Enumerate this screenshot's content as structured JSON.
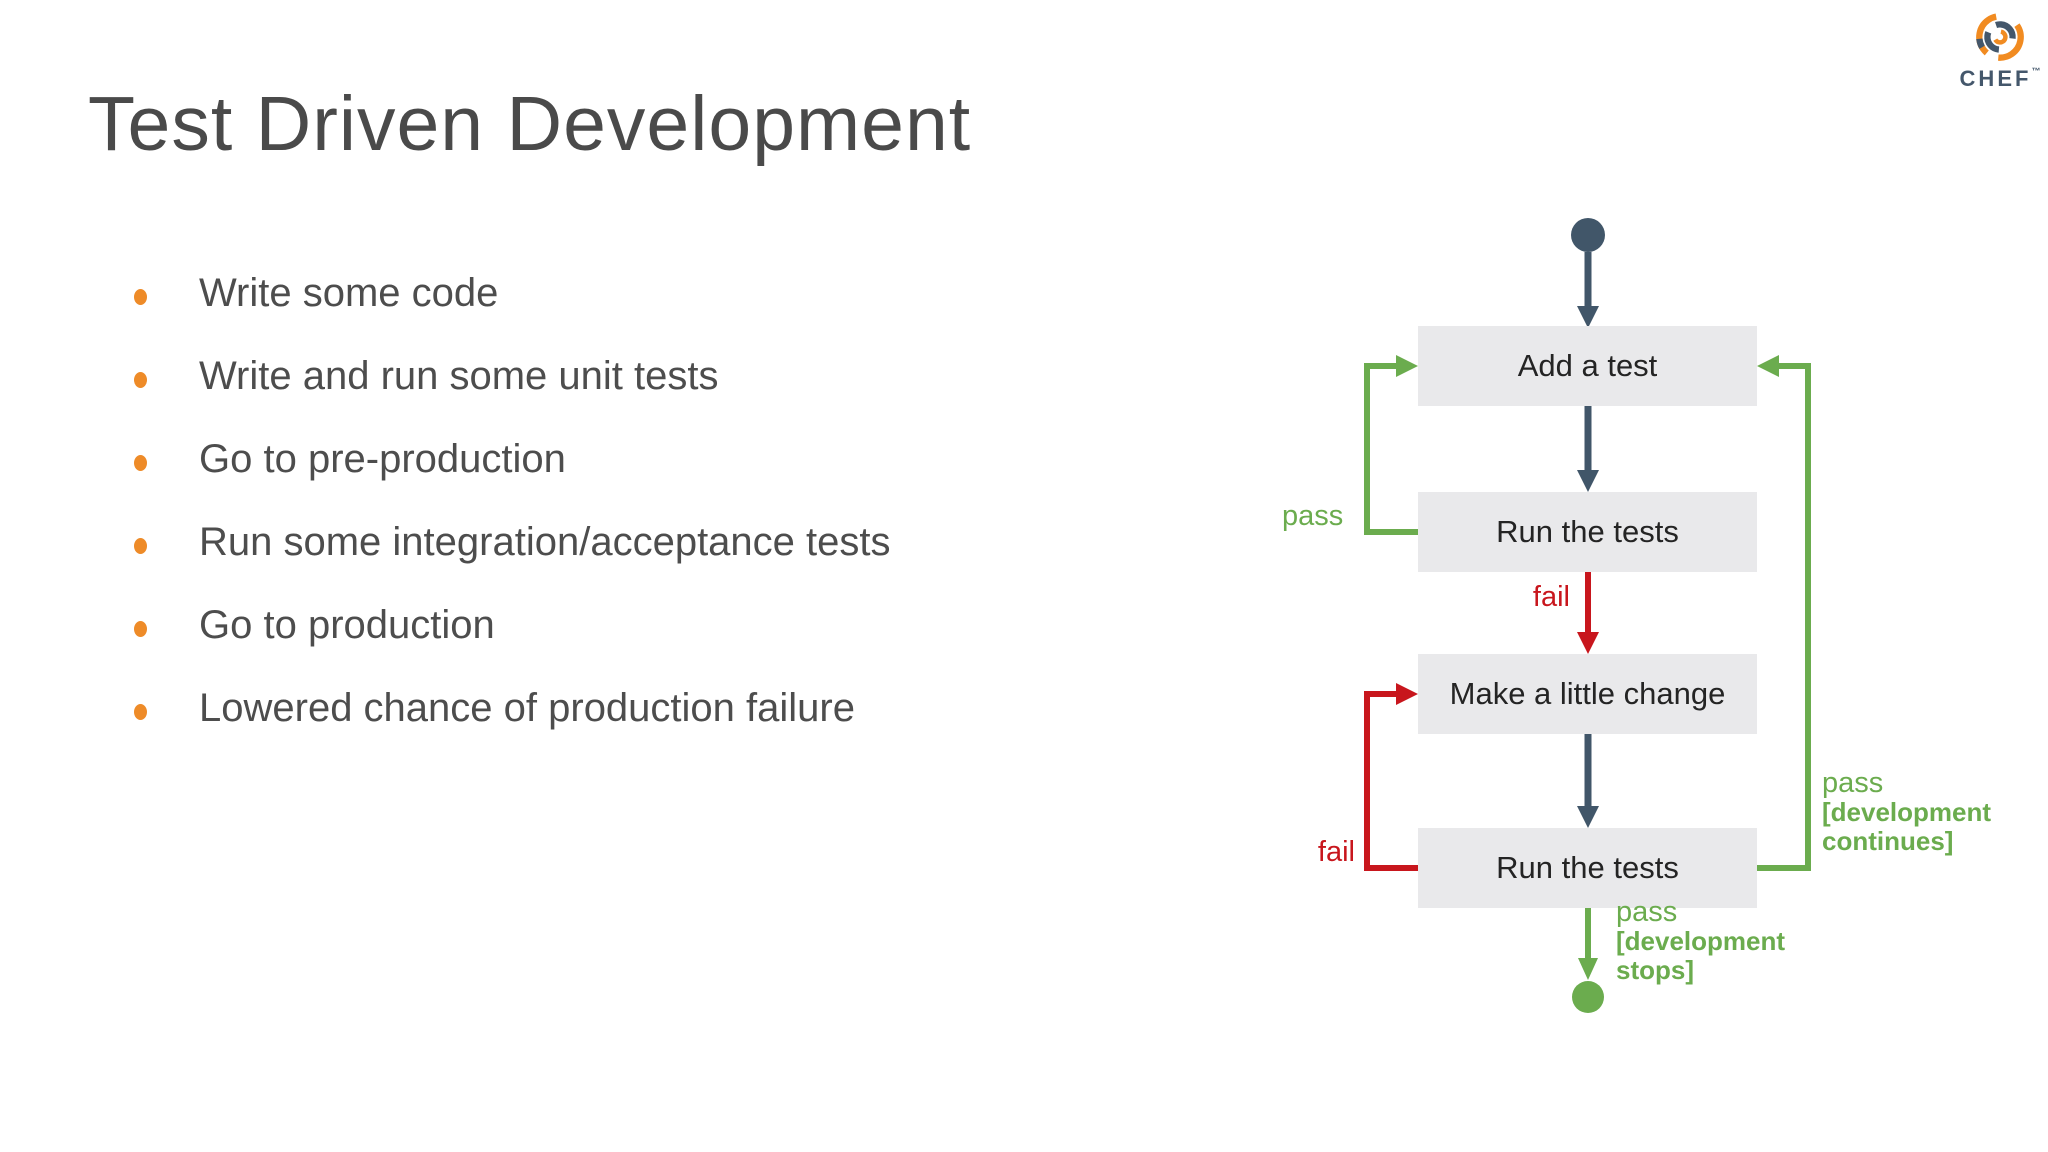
{
  "slide": {
    "title": "Test Driven Development",
    "bullets": [
      "Write some code",
      "Write and run some unit tests",
      "Go to pre-production",
      "Run some integration/acceptance tests",
      "Go to production",
      "Lowered chance of production failure"
    ]
  },
  "logo": {
    "brand": "CHEF",
    "trademark": "™"
  },
  "diagram": {
    "type": "flowchart",
    "nodes": [
      {
        "label": "Add a test"
      },
      {
        "label": "Run the tests"
      },
      {
        "label": "Make a little change"
      },
      {
        "label": "Run the tests"
      }
    ],
    "edges": [
      {
        "from": "start",
        "to": "Add a test",
        "kind": "flow"
      },
      {
        "from": "Add a test",
        "to": "Run the tests",
        "kind": "flow"
      },
      {
        "from": "Run the tests",
        "to": "Add a test",
        "kind": "pass",
        "label": "pass"
      },
      {
        "from": "Run the tests",
        "to": "Make a little change",
        "kind": "fail",
        "label": "fail"
      },
      {
        "from": "Make a little change",
        "to": "Run the tests (2)",
        "kind": "flow"
      },
      {
        "from": "Run the tests (2)",
        "to": "Make a little change",
        "kind": "fail",
        "label": "fail"
      },
      {
        "from": "Run the tests (2)",
        "to": "Add a test",
        "kind": "pass",
        "label": "pass [development continues]"
      },
      {
        "from": "Run the tests (2)",
        "to": "end",
        "kind": "pass",
        "label": "pass [development stops]"
      }
    ],
    "edge_labels": {
      "pass_left": "pass",
      "fail_mid": "fail",
      "fail_loop": "fail",
      "pass_bottom_word": "pass",
      "pass_bottom_note1": "[development",
      "pass_bottom_note2": "stops]",
      "pass_right_word": "pass",
      "pass_right_note1": "[development",
      "pass_right_note2": "continues]"
    },
    "colors": {
      "pass_green": "#6BAC4E",
      "fail_red": "#C8161D",
      "flow_slate": "#415669",
      "node_fill": "#E9E9EB",
      "bullet_orange": "#EE8B28",
      "title_grey": "#4A4A4A"
    }
  }
}
